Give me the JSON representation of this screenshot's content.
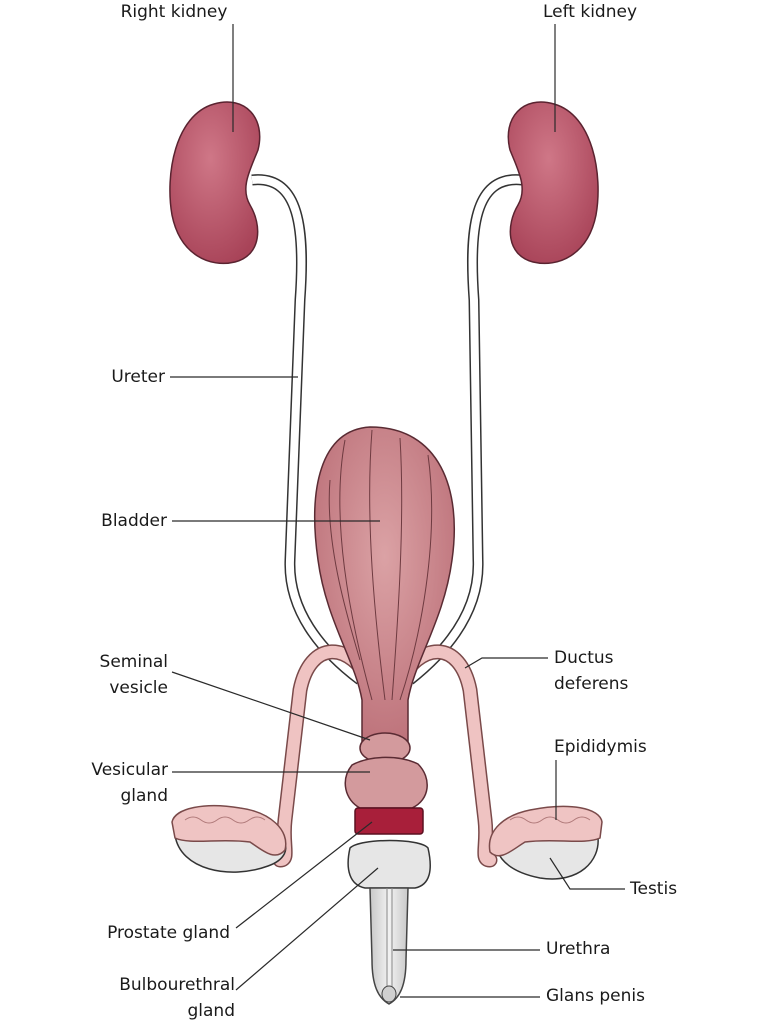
{
  "labels": {
    "right_kidney": "Right kidney",
    "left_kidney": "Left kidney",
    "ureter": "Ureter",
    "bladder": "Bladder",
    "seminal_vesicle_1": "Seminal",
    "seminal_vesicle_2": "vesicle",
    "vesicular_gland_1": "Vesicular",
    "vesicular_gland_2": "gland",
    "prostate_gland": "Prostate gland",
    "bulbourethral_gland_1": "Bulbourethral",
    "bulbourethral_gland_2": "gland",
    "ductus_deferens_1": "Ductus",
    "ductus_deferens_2": "deferens",
    "epididymis": "Epididymis",
    "testis": "Testis",
    "urethra": "Urethra",
    "glans_penis": "Glans penis"
  },
  "colors": {
    "kidney": "#b85568",
    "bladder": "#c97f86",
    "duct": "#eebdbd",
    "testis": "#e4e4e4",
    "prostate": "#a81f3a",
    "penis": "#dcdcdc"
  }
}
